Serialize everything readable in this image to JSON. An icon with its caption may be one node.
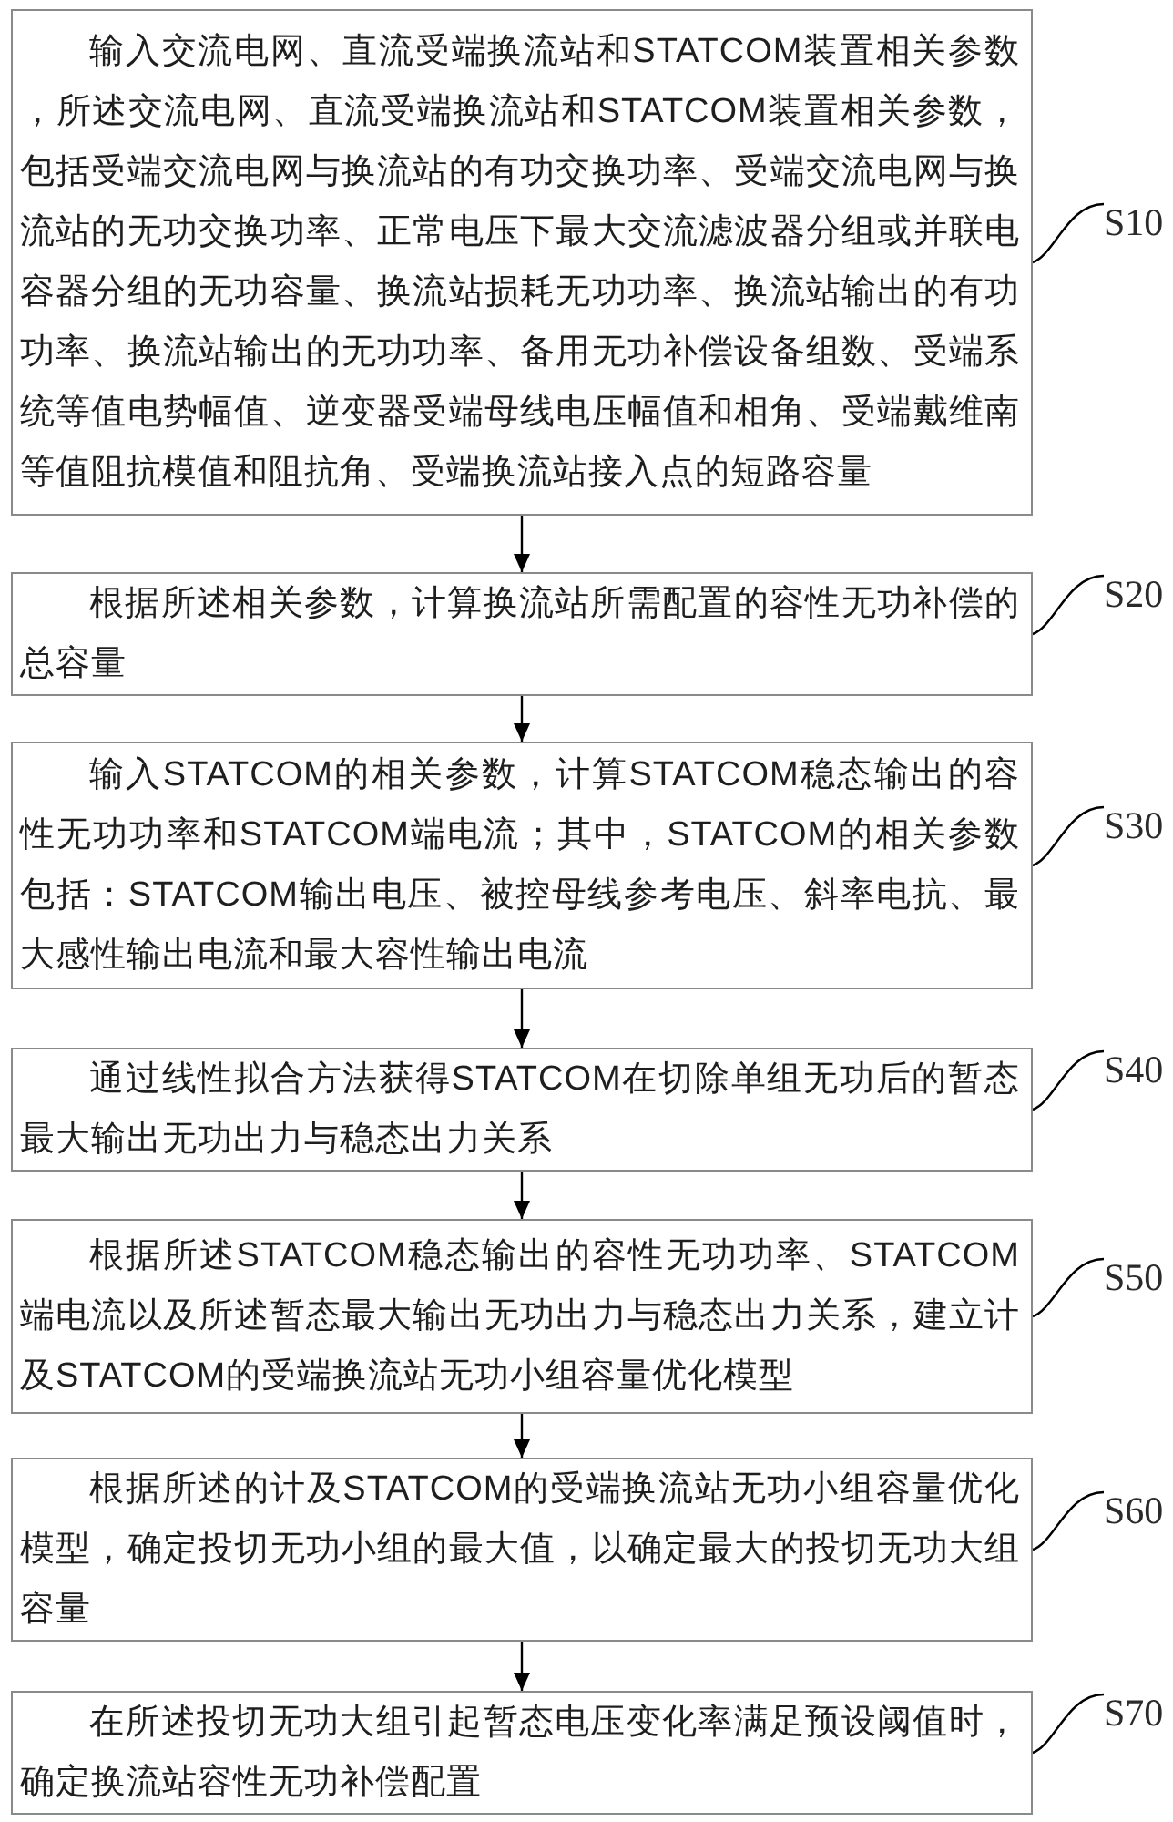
{
  "diagram": {
    "nodes": [
      {
        "text": [
          "输入交流电网、直流受端换流站和STATCOM装置相关参数，所述交流电网、直流受端换流站和STATCOM装置相关参数，包括受端交流电网与换流站的有功交换功率、受端交流电网与换流站的无功交换功率、正常电压下最大交流滤波器分组或并联电容器分组的无功容量、换流站损耗无功功率、换流站输出的有功功率、换流站输出的无功功率、备用无功补偿设备组数、受端系统等值电势幅值、逆变器受端母线电压幅值和相角、受端戴维南等值阻抗模值和阻抗角、受端换流站接入点的短路容量"
        ]
      },
      {
        "text": [
          "S10"
        ]
      },
      {
        "text": [
          "根据所述相关参数，计算换流站所需配置的容性无功补偿的总容量"
        ]
      },
      {
        "text": [
          "S20"
        ]
      },
      {
        "text": [
          "输入STATCOM的相关参数，计算STATCOM稳态输出的容性无功功率和STATCOM端电流；其中，STATCOM的相关参数包括：STATCOM输出电压、被控母线参考电压、斜率电抗、最大感性输出电流和最大容性输出电流"
        ]
      },
      {
        "text": [
          "S30"
        ]
      },
      {
        "text": [
          "通过线性拟合方法获得STATCOM在切除单组无功后的暂态最大输出无功出力与稳态出力关系"
        ]
      },
      {
        "text": [
          "S40"
        ]
      },
      {
        "text": [
          "根据所述STATCOM稳态输出的容性无功功率、STATCOM端电流以及所述暂态最大输出无功出力与稳态出力关系，建立计及STATCOM的受端换流站无功小组容量优化模型"
        ]
      },
      {
        "text": [
          "S50"
        ]
      },
      {
        "text": [
          "根据所述的计及STATCOM的受端换流站无功小组容量优化模型，确定投切无功小组的最大值，以确定最大的投切无功大组容量"
        ]
      },
      {
        "text": [
          "S60"
        ]
      },
      {
        "text": [
          "在所述投切无功大组引起暂态电压变化率满足预设阈值时，确定换流站容性无功补偿配置"
        ]
      },
      {
        "text": [
          "S70"
        ]
      }
    ],
    "edges": [
      {
        "from": 0,
        "to": 2,
        "arrow": "to"
      },
      {
        "from": 2,
        "to": 4,
        "arrow": "to"
      },
      {
        "from": 4,
        "to": 6,
        "arrow": "to"
      },
      {
        "from": 6,
        "to": 8,
        "arrow": "to"
      },
      {
        "from": 8,
        "to": 10,
        "arrow": "to"
      },
      {
        "from": 10,
        "to": 12,
        "arrow": "to"
      },
      {
        "from": 1,
        "to": 0,
        "arrow": "none"
      },
      {
        "from": 3,
        "to": 2,
        "arrow": "none"
      },
      {
        "from": 5,
        "to": 4,
        "arrow": "none"
      },
      {
        "from": 7,
        "to": 6,
        "arrow": "none"
      },
      {
        "from": 9,
        "to": 8,
        "arrow": "none"
      },
      {
        "from": 11,
        "to": 10,
        "arrow": "none"
      },
      {
        "from": 13,
        "to": 12,
        "arrow": "none"
      }
    ]
  }
}
